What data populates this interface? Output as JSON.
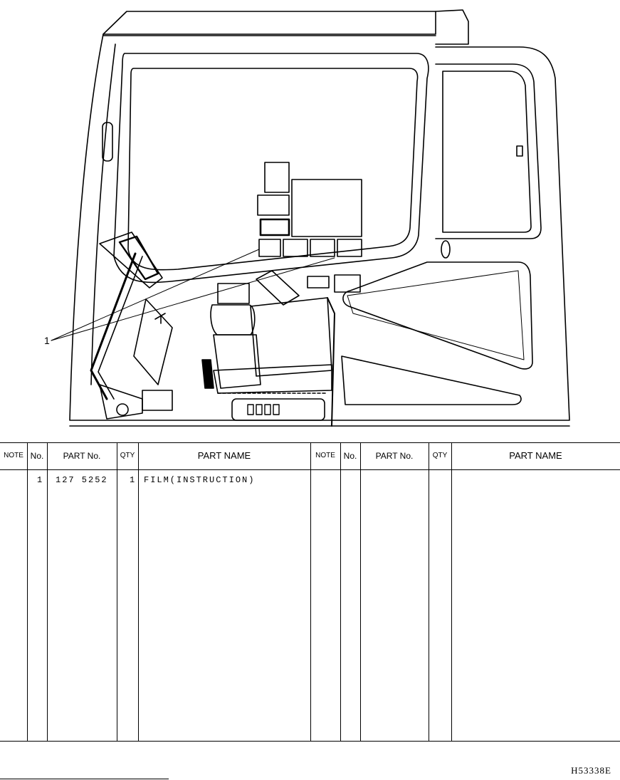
{
  "diagram": {
    "callouts": [
      {
        "label": "1"
      }
    ],
    "drawing_code": "H53338E"
  },
  "table": {
    "left_headers": {
      "note": "NOTE",
      "no": "No.",
      "part_no": "PART No.",
      "qty": "QTY",
      "part_name": "PART NAME"
    },
    "right_headers": {
      "note": "NOTE",
      "no": "No.",
      "part_no": "PART No.",
      "qty": "QTY",
      "part_name": "PART NAME"
    },
    "rows": [
      {
        "note": "",
        "no": "1",
        "part_no": "127 5252",
        "qty": "1",
        "part_name": "FILM(INSTRUCTION)"
      }
    ]
  }
}
